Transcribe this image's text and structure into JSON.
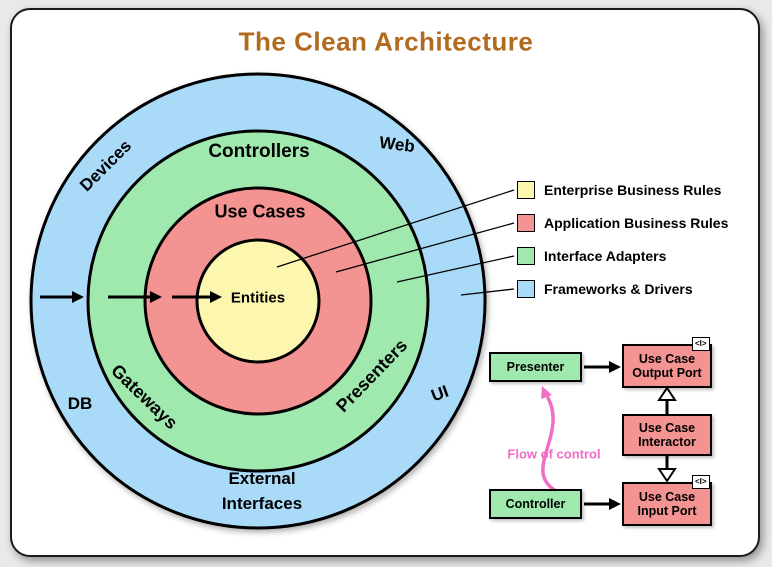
{
  "title": "The Clean Architecture",
  "colors": {
    "frameworks_blue": "#A9DAF8",
    "adapters_green": "#9FE9AF",
    "application_red": "#F39492",
    "enterprise_yellow": "#FCF6AF",
    "flow_pink": "#F06EC6",
    "title_brown": "#B26B1E",
    "stroke": "#000000"
  },
  "rings": {
    "entities": "Entities",
    "use_cases": "Use Cases",
    "controllers": "Controllers",
    "gateways": "Gateways",
    "presenters": "Presenters",
    "devices": "Devices",
    "web": "Web",
    "db": "DB",
    "ui": "UI",
    "external_line1": "External",
    "external_line2": "Interfaces"
  },
  "legend": {
    "items": [
      {
        "label": "Enterprise Business Rules",
        "color": "#FCF6AF"
      },
      {
        "label": "Application Business Rules",
        "color": "#F39492"
      },
      {
        "label": "Interface Adapters",
        "color": "#9FE9AF"
      },
      {
        "label": "Frameworks & Drivers",
        "color": "#A9DAF8"
      }
    ]
  },
  "flow": {
    "presenter": "Presenter",
    "controller": "Controller",
    "output_port": [
      "Use Case",
      "Output Port"
    ],
    "interactor": [
      "Use Case",
      "Interactor"
    ],
    "input_port": [
      "Use Case",
      "Input Port"
    ],
    "control_label": "Flow of control",
    "interface_marker": "<I>"
  }
}
